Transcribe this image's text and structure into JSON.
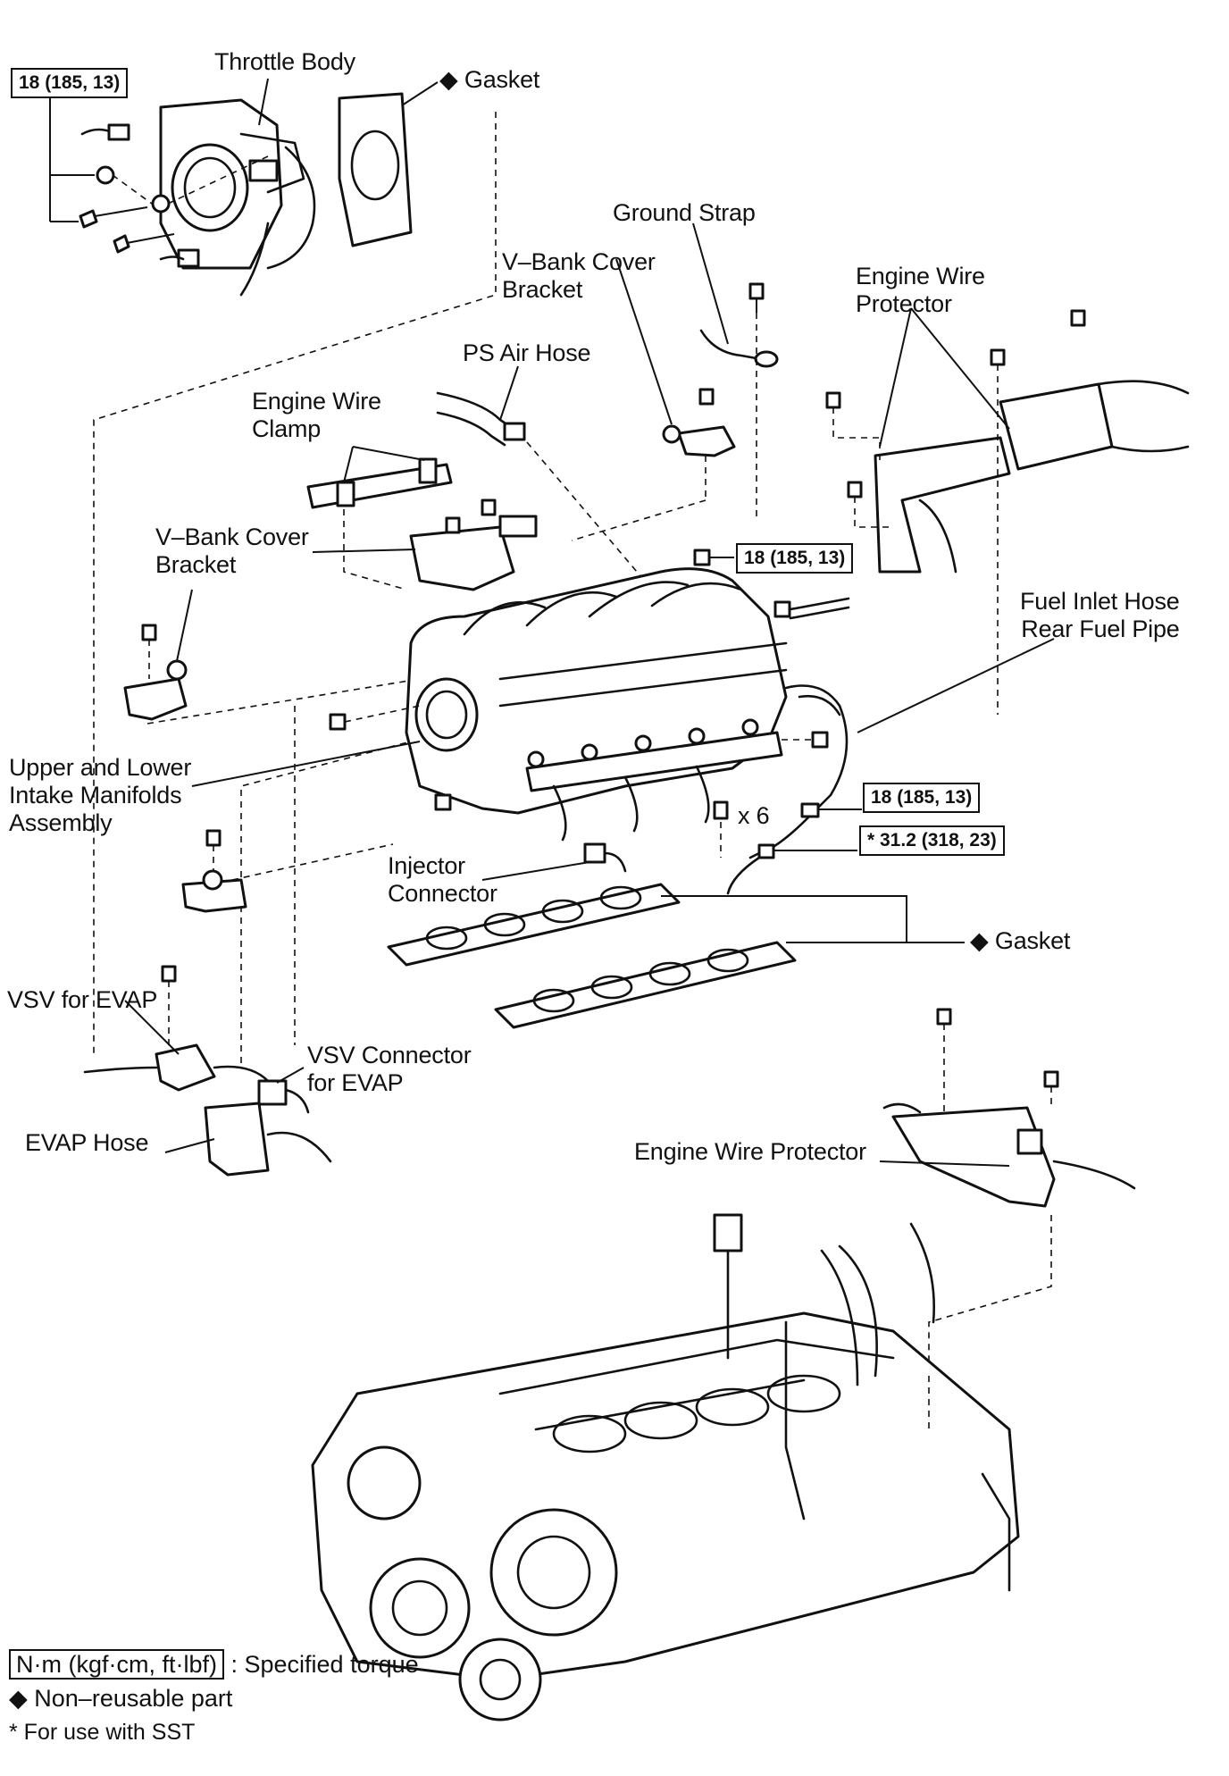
{
  "labels": {
    "throttle_body": "Throttle Body",
    "gasket_top": "Gasket",
    "ground_strap": "Ground Strap",
    "v_bank_cover_bracket_top": "V–Bank Cover\nBracket",
    "engine_wire_protector_top": "Engine Wire\nProtector",
    "ps_air_hose": "PS Air Hose",
    "engine_wire_clamp": "Engine Wire\nClamp",
    "v_bank_cover_bracket_left": "V–Bank Cover\nBracket",
    "fuel_inlet_hose": "Fuel Inlet Hose\nRear Fuel Pipe",
    "upper_lower_intake": "Upper and Lower\nIntake Manifolds\nAssembly",
    "times_six": "x 6",
    "injector_connector": "Injector\nConnector",
    "gasket_bottom": "Gasket",
    "vsv_for_evap": "VSV for EVAP",
    "vsv_connector": "VSV Connector\nfor EVAP",
    "evap_hose": "EVAP Hose",
    "engine_wire_protector_bottom": "Engine Wire Protector"
  },
  "torques": {
    "throttle_body_bolts": "18 (185, 13)",
    "manifold_nut": "18 (185, 13)",
    "fuel_pipe_union": "18 (185, 13)",
    "fuel_pipe_sst": "* 31.2 (318, 23)"
  },
  "symbols": {
    "non_reusable": "◆"
  },
  "legend": {
    "torque_units": "N·m (kgf·cm, ft·lbf)",
    "torque_desc": ": Specified torque",
    "non_reusable": "Non–reusable part",
    "sst": "* For use with SST"
  }
}
